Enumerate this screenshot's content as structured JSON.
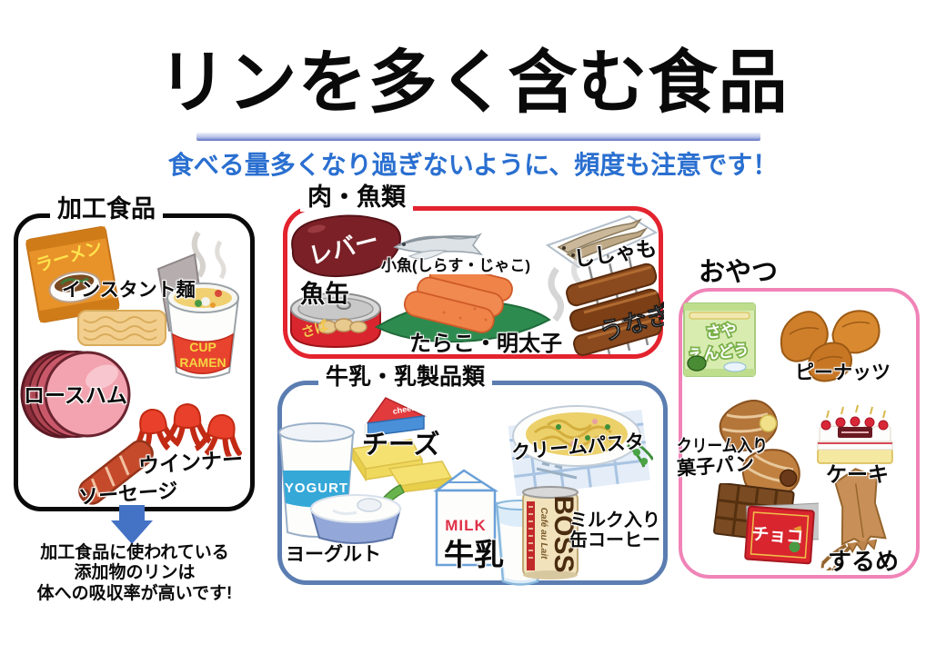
{
  "title": "リンを多く含む食品",
  "subtitle": "食べる量多くなり過ぎないように、頻度も注意です！",
  "note": {
    "line1": "加工食品に使われている",
    "line2": "添加物のリンは",
    "line3": "体への吸収率が高いです!"
  },
  "boxes": {
    "processed": {
      "label": "加工食品",
      "instant_noodle": "インスタント麺",
      "ham": "ロースハム",
      "wiener": "ウインナー",
      "sausage": "ソーセージ"
    },
    "meat_fish": {
      "label": "肉・魚類",
      "liver": "レバー",
      "small_fish": "小魚(しらす・じゃこ)",
      "shishamo": "ししゃも",
      "canned_fish": "魚缶",
      "cod_roe": "たらこ・明太子",
      "unagi": "うなぎ"
    },
    "dairy": {
      "label": "牛乳・乳製品類",
      "cheese": "チーズ",
      "cream_pasta": "クリームパスタ",
      "yogurt": "ヨーグルト",
      "milk": "牛乳",
      "canned_coffee_line1": "ミルク入り",
      "canned_coffee_line2": "缶コーヒー"
    },
    "snacks": {
      "label": "おやつ",
      "peanuts": "ピーナッツ",
      "cream_bun_line1": "クリーム入り",
      "cream_bun_line2": "菓子パン",
      "cake": "ケーキ",
      "choco": "チョコ",
      "surume": "するめ"
    }
  },
  "illustrations": {
    "ramen_packet_text": "ラーメン",
    "cup_ramen_line1": "CUP",
    "cup_ramen_line2": "RAMEN",
    "canned_fish_text": "さば",
    "cheese_box_text": "cheese",
    "yogurt_cup_text": "YOGURT",
    "milk_carton_text": "MILK",
    "coffee_can_brand": "BOSS",
    "coffee_can_sub": "Café au Lait",
    "snack_bag_line1": "さや",
    "snack_bag_line2": "えんどう"
  },
  "colors": {
    "title_underline": "#b6c3e8",
    "subtitle_text": "#2a6fd0",
    "processed_border": "#0a0a0a",
    "meat_fish_border": "#e3232e",
    "dairy_border": "#5b7db1",
    "snacks_border": "#f083b7",
    "arrow": "#4472c4"
  }
}
